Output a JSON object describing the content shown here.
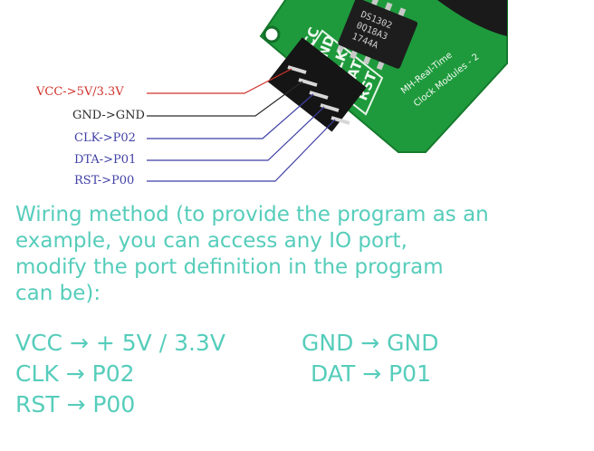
{
  "board": {
    "chip_text_line1": "DS1302",
    "chip_text_line2": "0Q18A3",
    "chip_text_line3": "1744A",
    "pin_labels": [
      "VCC",
      "GND",
      "CLK",
      "DAT",
      "RST"
    ],
    "board_name_line1": "MH-Real-Time",
    "board_name_line2": "Clock Modules - 2"
  },
  "pin_map": [
    {
      "text": "VCC->5V/3.3V",
      "color": "#d0332c"
    },
    {
      "text": "GND->GND",
      "color": "#2a2a2a"
    },
    {
      "text": "CLK->P02",
      "color": "#3f3fa6"
    },
    {
      "text": "DTA->P01",
      "color": "#3f3fa6"
    },
    {
      "text": "RST->P00",
      "color": "#3f3fa6"
    }
  ],
  "description": {
    "lines": [
      "Wiring method (to provide the program as an",
      "example, you can access any IO port,",
      "modify the port definition in the program",
      " can be):"
    ]
  },
  "wiring": {
    "vcc": "VCC → + 5V / 3.3V",
    "gnd": "GND → GND",
    "clk": "CLK → P02",
    "dat": "DAT → P01",
    "rst": "RST → P00"
  },
  "colors": {
    "board_green": "#1e9a3c",
    "text_teal": "#56cdbb",
    "wire_red": "#d0332c",
    "wire_blue": "#3f3fa6"
  }
}
